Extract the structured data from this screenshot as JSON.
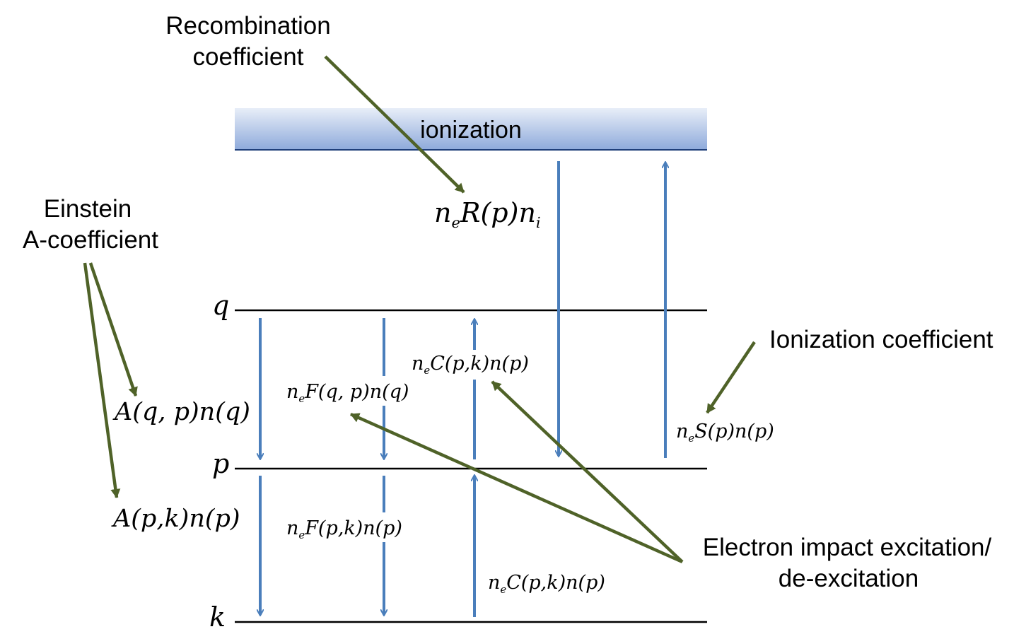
{
  "band": {
    "label": "ionization",
    "color_top": "#e8eef8",
    "color_bottom": "#8eaadb",
    "edge_color": "#1f3f7a"
  },
  "levels": {
    "q": "q",
    "p": "p",
    "k": "k"
  },
  "annotations": {
    "recombination_line1": "Recombination",
    "recombination_line2": "coefficient",
    "einstein_line1": "Einstein",
    "einstein_line2": "A-coefficient",
    "ionization_coeff": "Ionization coefficient",
    "electron_impact_line1": "Electron impact excitation/",
    "electron_impact_line2": "de-excitation"
  },
  "formulas": {
    "recombination": {
      "n": "n",
      "e": "e",
      "body": "R(p)n",
      "i": "i"
    },
    "A_qp": "A(q, p)n(q)",
    "A_pk": "A(p,k)n(p)",
    "F_qp": {
      "n": "n",
      "e": "e",
      "body": "F(q, p)n(q)"
    },
    "F_pk": {
      "n": "n",
      "e": "e",
      "body": "F(p,k)n(p)"
    },
    "C_upper": {
      "n": "n",
      "e": "e",
      "body": "C(p,k)n(p)"
    },
    "C_lower": {
      "n": "n",
      "e": "e",
      "body": "C(p,k)n(p)"
    },
    "S_p": {
      "n": "n",
      "e": "e",
      "body": "S(p)n(p)"
    }
  },
  "colors": {
    "process_arrow": "#4a7ebb",
    "pointer_arrow": "#4f6228",
    "level_line": "#000000"
  }
}
